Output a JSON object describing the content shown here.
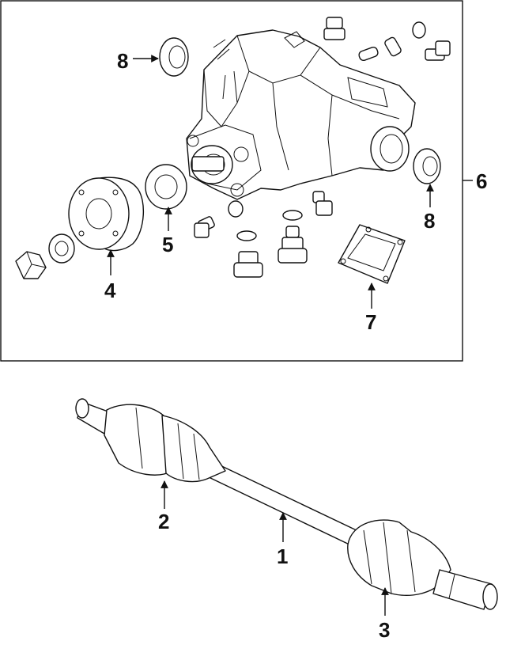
{
  "callouts": {
    "axle_shaft": "1",
    "inner_cv_joint": "2",
    "outer_cv_joint": "3",
    "companion_flange": "4",
    "pinion_seal": "5",
    "differential_assembly": "6",
    "cover_gasket": "7",
    "side_seal_left": "8",
    "side_seal_right": "8"
  },
  "colors": {
    "line": "#111111",
    "background": "#ffffff"
  }
}
